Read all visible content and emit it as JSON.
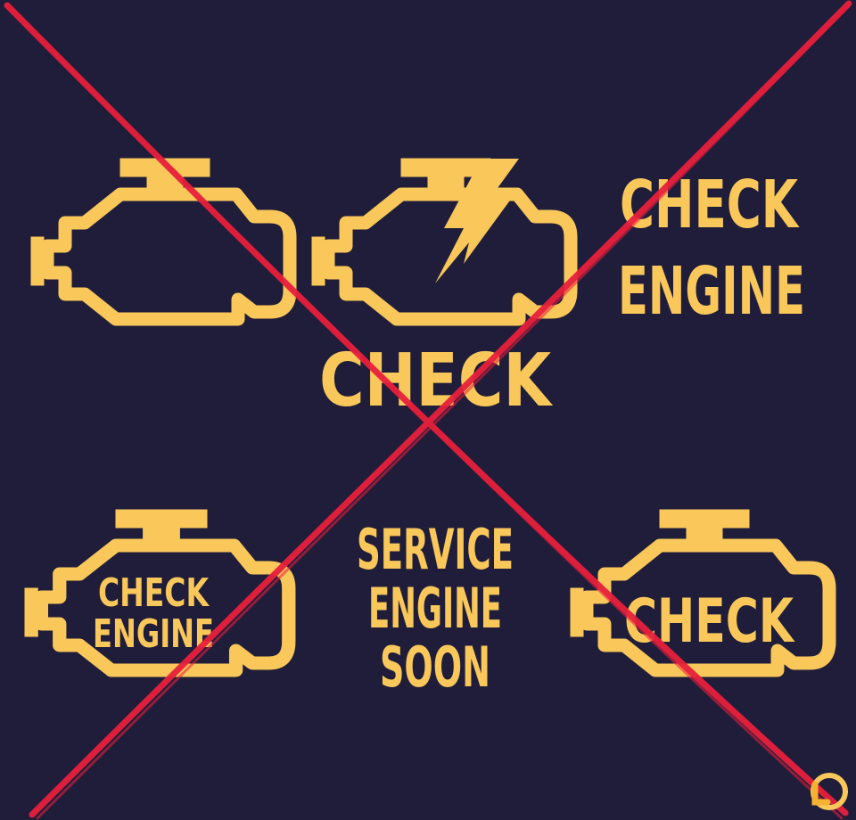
{
  "colors": {
    "background": "#1f1d3a",
    "symbol": "#f9c75a",
    "cross": "#e8203c",
    "logo_ring": "#f9c75a",
    "logo_mark": "#f4b233"
  },
  "icons": {
    "engine": "engine-outline-icon",
    "engine_lightning": "engine-with-lightning-icon",
    "cross": "red-x-cross-icon",
    "logo": "watermark-logo-icon"
  },
  "labels": {
    "check_engine_top": [
      "CHECK",
      "ENGINE"
    ],
    "check_below": "CHECK",
    "engine_inner": [
      "CHECK",
      "ENGINE"
    ],
    "service": [
      "SERVICE",
      "ENGINE",
      "SOON"
    ],
    "check_inner": "CHECK"
  }
}
